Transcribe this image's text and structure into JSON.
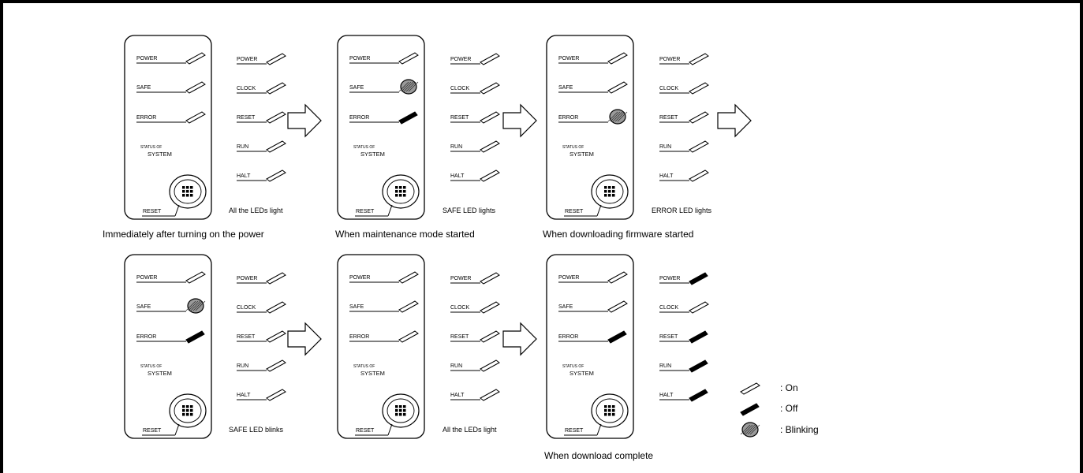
{
  "colors": {
    "stroke": "#000000",
    "background": "#ffffff",
    "blink_fill": "#9a9a9a"
  },
  "panel_text": {
    "status_small": "STATUS OF",
    "status_big": "SYSTEM",
    "reset": "RESET"
  },
  "panels": [
    {
      "leds": [
        {
          "label": "POWER",
          "state": "on"
        },
        {
          "label": "SAFE",
          "state": "on"
        },
        {
          "label": "ERROR",
          "state": "on"
        }
      ]
    },
    {
      "leds": [
        {
          "label": "POWER",
          "state": "on"
        },
        {
          "label": "SAFE",
          "state": "blinking"
        },
        {
          "label": "ERROR",
          "state": "off"
        }
      ]
    },
    {
      "leds": [
        {
          "label": "POWER",
          "state": "on"
        },
        {
          "label": "SAFE",
          "state": "on"
        },
        {
          "label": "ERROR",
          "state": "blinking"
        }
      ]
    },
    {
      "leds": [
        {
          "label": "POWER",
          "state": "on"
        },
        {
          "label": "SAFE",
          "state": "blinking"
        },
        {
          "label": "ERROR",
          "state": "off"
        }
      ]
    },
    {
      "leds": [
        {
          "label": "POWER",
          "state": "on"
        },
        {
          "label": "SAFE",
          "state": "on"
        },
        {
          "label": "ERROR",
          "state": "on"
        }
      ]
    },
    {
      "leds": [
        {
          "label": "POWER",
          "state": "on"
        },
        {
          "label": "SAFE",
          "state": "on"
        },
        {
          "label": "ERROR",
          "state": "off"
        }
      ]
    }
  ],
  "led_columns": [
    {
      "caption": "All the LEDs light",
      "leds": [
        {
          "label": "POWER",
          "state": "on"
        },
        {
          "label": "CLOCK",
          "state": "on"
        },
        {
          "label": "RESET",
          "state": "on"
        },
        {
          "label": "RUN",
          "state": "on"
        },
        {
          "label": "HALT",
          "state": "on"
        }
      ]
    },
    {
      "caption": "SAFE LED lights",
      "leds": [
        {
          "label": "POWER",
          "state": "on"
        },
        {
          "label": "CLOCK",
          "state": "on"
        },
        {
          "label": "RESET",
          "state": "on"
        },
        {
          "label": "RUN",
          "state": "on"
        },
        {
          "label": "HALT",
          "state": "on"
        }
      ]
    },
    {
      "caption": "ERROR LED lights",
      "leds": [
        {
          "label": "POWER",
          "state": "on"
        },
        {
          "label": "CLOCK",
          "state": "on"
        },
        {
          "label": "RESET",
          "state": "on"
        },
        {
          "label": "RUN",
          "state": "on"
        },
        {
          "label": "HALT",
          "state": "on"
        }
      ]
    },
    {
      "caption": "SAFE LED blinks",
      "leds": [
        {
          "label": "POWER",
          "state": "on"
        },
        {
          "label": "CLOCK",
          "state": "on"
        },
        {
          "label": "RESET",
          "state": "on"
        },
        {
          "label": "RUN",
          "state": "on"
        },
        {
          "label": "HALT",
          "state": "on"
        }
      ]
    },
    {
      "caption": "All the LEDs light",
      "leds": [
        {
          "label": "POWER",
          "state": "on"
        },
        {
          "label": "CLOCK",
          "state": "on"
        },
        {
          "label": "RESET",
          "state": "on"
        },
        {
          "label": "RUN",
          "state": "on"
        },
        {
          "label": "HALT",
          "state": "on"
        }
      ]
    },
    {
      "caption": "",
      "leds": [
        {
          "label": "POWER",
          "state": "off"
        },
        {
          "label": "CLOCK",
          "state": "on"
        },
        {
          "label": "RESET",
          "state": "off"
        },
        {
          "label": "RUN",
          "state": "off"
        },
        {
          "label": "HALT",
          "state": "off"
        }
      ]
    }
  ],
  "stage_captions": [
    "Immediately after turning on the power",
    "When maintenance mode started",
    "When downloading firmware started",
    "When download complete"
  ],
  "legend": [
    {
      "state": "on",
      "label": ": On"
    },
    {
      "state": "off",
      "label": ": Off"
    },
    {
      "state": "blinking",
      "label": ": Blinking"
    }
  ]
}
